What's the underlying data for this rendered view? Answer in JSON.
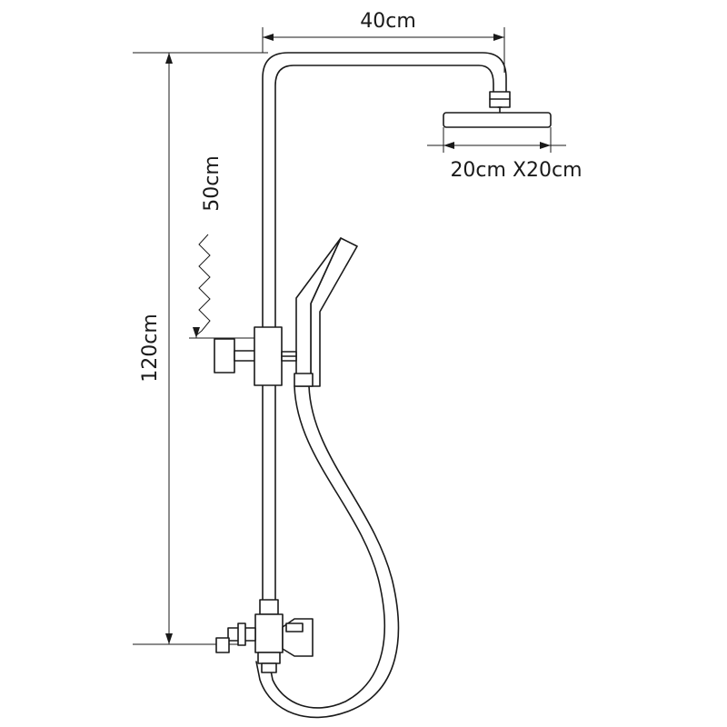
{
  "dimensions": {
    "top_width": "40cm",
    "head_size": "20cm X20cm",
    "adjustable": "50cm",
    "total_height": "120cm"
  },
  "colors": {
    "line": "#1a1a1a",
    "background": "#ffffff"
  }
}
